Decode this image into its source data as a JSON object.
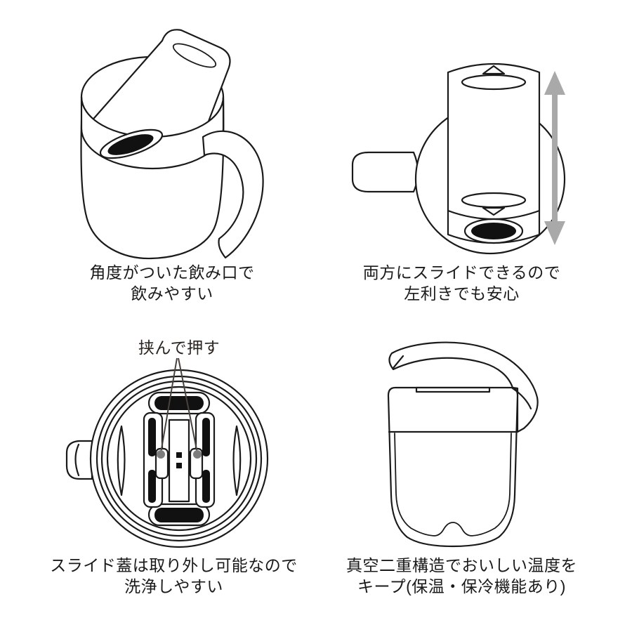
{
  "background": "#ffffff",
  "colors": {
    "line": "#1a1a1a",
    "slide_arrow_gray": "#a9a9a9",
    "leader_line": "#4a423e",
    "leader_dot": "#7d7d7d"
  },
  "features": [
    {
      "id": "angled-spout",
      "caption_line1": "角度がついた飲み口で",
      "caption_line2": "飲みやすい"
    },
    {
      "id": "slide-both-ways",
      "caption_line1": "両方にスライドできるので",
      "caption_line2": "左利きでも安心"
    },
    {
      "id": "removable-slide-lid",
      "annotation": "挟んで押す",
      "caption_line1": "スライド蓋は取り外し可能なので",
      "caption_line2": "洗浄しやすい"
    },
    {
      "id": "vacuum-insulation",
      "caption_line1": "真空二重構造でおいしい温度を",
      "caption_line2": "キープ(保温・保冷機能あり)"
    }
  ]
}
